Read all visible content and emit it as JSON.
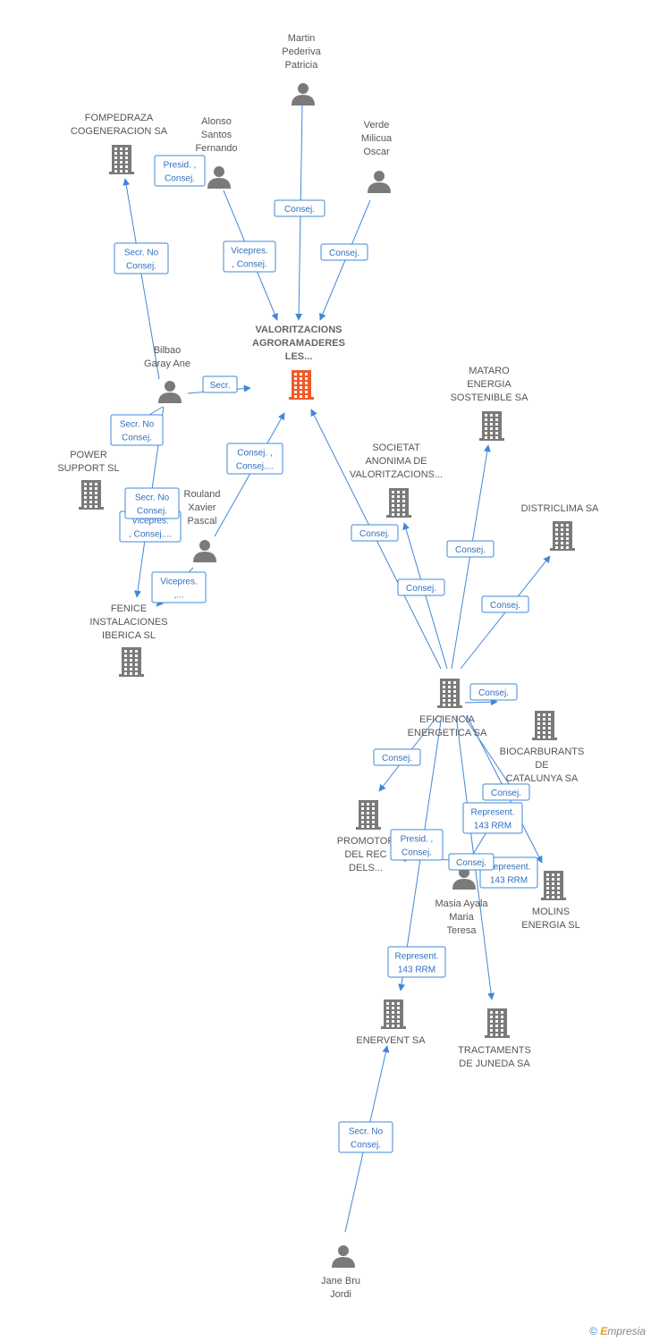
{
  "nodes": [
    {
      "id": "valoritzacions",
      "type": "company",
      "highlight": true,
      "label": [
        "VALORITZACIONS",
        "AGRORAMADERES",
        "LES..."
      ]
    },
    {
      "id": "martin",
      "type": "person",
      "label": [
        "Martin",
        "Pederiva",
        "Patricia"
      ]
    },
    {
      "id": "alonso",
      "type": "person",
      "label": [
        "Alonso",
        "Santos",
        "Fernando"
      ]
    },
    {
      "id": "verde",
      "type": "person",
      "label": [
        "Verde",
        "Milicua",
        "Oscar"
      ]
    },
    {
      "id": "fompedraza",
      "type": "company",
      "label": [
        "FOMPEDRAZA",
        "COGENERACION SA"
      ]
    },
    {
      "id": "bilbao",
      "type": "person",
      "label": [
        "Bilbao",
        "Garay Ane"
      ]
    },
    {
      "id": "power",
      "type": "company",
      "label": [
        "POWER",
        "SUPPORT SL"
      ]
    },
    {
      "id": "rouland",
      "type": "person",
      "label": [
        "Rouland",
        "Xavier",
        "Pascal"
      ]
    },
    {
      "id": "fenice",
      "type": "company",
      "label": [
        "FENICE",
        "INSTALACIONES",
        "IBERICA SL"
      ]
    },
    {
      "id": "mataro",
      "type": "company",
      "label": [
        "MATARO",
        "ENERGIA",
        "SOSTENIBLE SA"
      ]
    },
    {
      "id": "societat",
      "type": "company",
      "label": [
        "SOCIETAT",
        "ANONIMA DE",
        "VALORITZACIONS..."
      ]
    },
    {
      "id": "districlima",
      "type": "company",
      "label": [
        "DISTRICLIMA SA"
      ]
    },
    {
      "id": "eficiencia",
      "type": "company",
      "label": [
        "EFICIENCIA",
        "ENERGETICA SA"
      ]
    },
    {
      "id": "biocarburants",
      "type": "company",
      "label": [
        "BIOCARBURANTS",
        "DE",
        "CATALUNYA SA"
      ]
    },
    {
      "id": "promotor",
      "type": "company",
      "label": [
        "PROMOTOR",
        "DEL REC",
        "DELS..."
      ]
    },
    {
      "id": "masia",
      "type": "person",
      "label": [
        "Masia Ayala",
        "Maria",
        "Teresa"
      ]
    },
    {
      "id": "molins",
      "type": "company",
      "label": [
        "MOLINS",
        "ENERGIA SL"
      ]
    },
    {
      "id": "enervent",
      "type": "company",
      "label": [
        "ENERVENT SA"
      ]
    },
    {
      "id": "tractaments",
      "type": "company",
      "label": [
        "TRACTAMENTS",
        "DE JUNEDA SA"
      ]
    },
    {
      "id": "jane",
      "type": "person",
      "label": [
        "Jane Bru",
        "Jordi"
      ]
    }
  ],
  "edges": [
    {
      "from": "martin",
      "to": "valoritzacions",
      "label": [
        "Consej."
      ]
    },
    {
      "from": "alonso",
      "to": "valoritzacions",
      "label": [
        "Vicepres.",
        ", Consej."
      ]
    },
    {
      "from": "alonso",
      "to": "alonso",
      "label": [
        "Presid. ,",
        "Consej."
      ]
    },
    {
      "from": "verde",
      "to": "valoritzacions",
      "label": [
        "Consej."
      ]
    },
    {
      "from": "bilbao",
      "to": "fompedraza",
      "label": [
        "Secr.  No",
        "Consej."
      ]
    },
    {
      "from": "bilbao",
      "to": "valoritzacions",
      "label": [
        "Secr."
      ]
    },
    {
      "from": "bilbao",
      "to": "power",
      "label": [
        "Secr.  No",
        "Consej."
      ]
    },
    {
      "from": "bilbao",
      "to": "fenice",
      "label": [
        "Vicepres.",
        ", Consej...."
      ]
    },
    {
      "from": "bilbao",
      "to": "fenice",
      "label": [
        "Secr.  No",
        "Consej."
      ]
    },
    {
      "from": "rouland",
      "to": "valoritzacions",
      "label": [
        "Consej. ,",
        "Consej...."
      ]
    },
    {
      "from": "rouland",
      "to": "fenice",
      "label": [
        "Vicepres.",
        ",..."
      ]
    },
    {
      "from": "eficiencia",
      "to": "valoritzacions",
      "label": [
        "Consej."
      ]
    },
    {
      "from": "eficiencia",
      "to": "societat",
      "label": [
        "Consej."
      ]
    },
    {
      "from": "eficiencia",
      "to": "mataro",
      "label": [
        "Consej."
      ]
    },
    {
      "from": "eficiencia",
      "to": "districlima",
      "label": [
        "Consej."
      ]
    },
    {
      "from": "eficiencia",
      "to": "eficiencia",
      "label": [
        "Consej."
      ]
    },
    {
      "from": "eficiencia",
      "to": "promotor",
      "label": [
        "Consej."
      ]
    },
    {
      "from": "eficiencia",
      "to": "biocarburants",
      "label": [
        "Consej."
      ]
    },
    {
      "from": "eficiencia",
      "to": "molins",
      "label": [
        "Represent.",
        "143 RRM"
      ]
    },
    {
      "from": "eficiencia",
      "to": "enervent",
      "label": [
        "Represent.",
        "143 RRM"
      ]
    },
    {
      "from": "eficiencia",
      "to": "tractaments",
      "label": [
        "Consej."
      ]
    },
    {
      "from": "masia",
      "to": "promotor",
      "label": [
        "Presid. ,",
        "Consej."
      ]
    },
    {
      "from": "masia",
      "to": "molins",
      "label": [
        "Represent.",
        "143 RRM"
      ]
    },
    {
      "from": "jane",
      "to": "enervent",
      "label": [
        "Secr.  No",
        "Consej."
      ]
    }
  ],
  "colors": {
    "edge": "#3f88d8",
    "icon": "#7a7a7a",
    "highlight": "#f05a28"
  },
  "footer": {
    "copyright_symbol": "©",
    "brand": "mpresia",
    "brand_initial": "E"
  }
}
